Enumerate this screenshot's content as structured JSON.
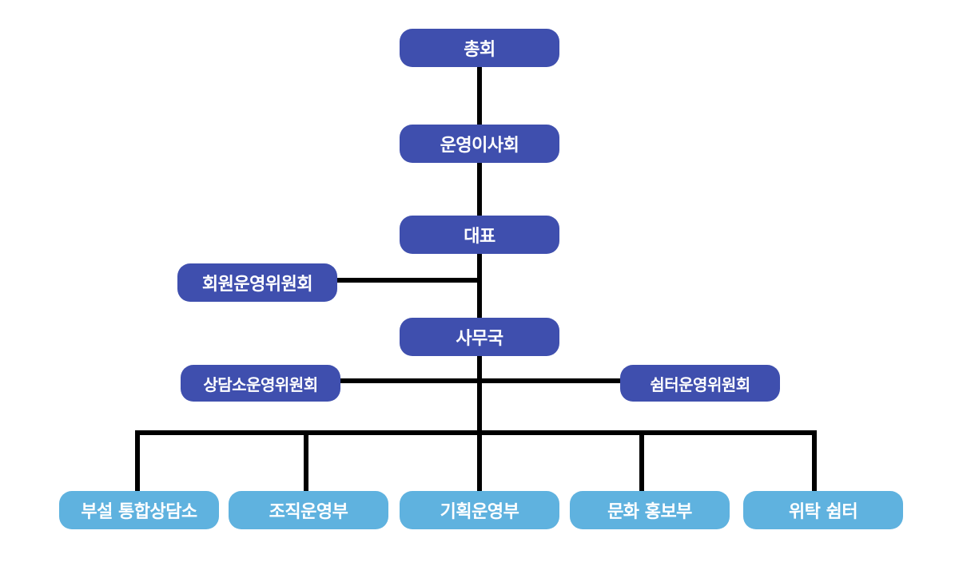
{
  "colors": {
    "primary": "#3f4fae",
    "department": "#5fb2df",
    "connector": "#000000",
    "text": "#ffffff"
  },
  "nodes": {
    "general_assembly": "총회",
    "board": "운영이사회",
    "representative": "대표",
    "member_committee": "회원운영위원회",
    "secretariat": "사무국",
    "counseling_committee": "상담소운영위원회",
    "shelter_committee": "쉼터운영위원회"
  },
  "departments": [
    "부설 통합상담소",
    "조직운영부",
    "기획운영부",
    "문화 홍보부",
    "위탁 쉼터"
  ]
}
